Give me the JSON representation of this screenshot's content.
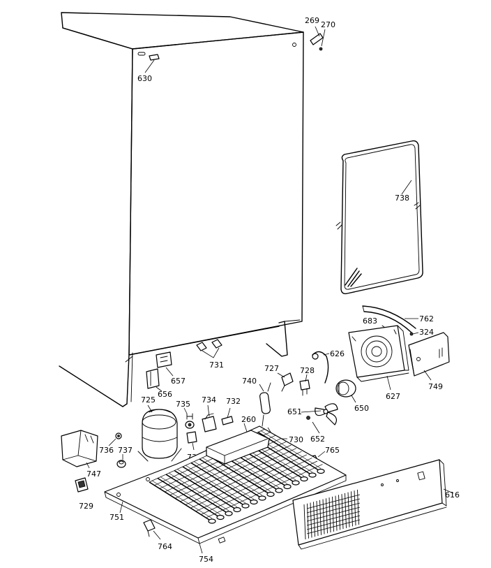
{
  "parts": [
    {
      "id": "p630",
      "label": "630"
    },
    {
      "id": "p269",
      "label": "269"
    },
    {
      "id": "p270",
      "label": "270"
    },
    {
      "id": "p738",
      "label": "738"
    },
    {
      "id": "p762",
      "label": "762"
    },
    {
      "id": "p683",
      "label": "683"
    },
    {
      "id": "p324",
      "label": "324"
    },
    {
      "id": "p626",
      "label": "626"
    },
    {
      "id": "p749",
      "label": "749"
    },
    {
      "id": "p627",
      "label": "627"
    },
    {
      "id": "p650",
      "label": "650"
    },
    {
      "id": "p651",
      "label": "651"
    },
    {
      "id": "p652",
      "label": "652"
    },
    {
      "id": "p765",
      "label": "765"
    },
    {
      "id": "p727",
      "label": "727"
    },
    {
      "id": "p728",
      "label": "728"
    },
    {
      "id": "p740",
      "label": "740"
    },
    {
      "id": "p730",
      "label": "730"
    },
    {
      "id": "p260",
      "label": "260"
    },
    {
      "id": "p731",
      "label": "731"
    },
    {
      "id": "p657",
      "label": "657"
    },
    {
      "id": "p656",
      "label": "656"
    },
    {
      "id": "p725",
      "label": "725"
    },
    {
      "id": "p735",
      "label": "735"
    },
    {
      "id": "p734",
      "label": "734"
    },
    {
      "id": "p732",
      "label": "732"
    },
    {
      "id": "p733",
      "label": "733"
    },
    {
      "id": "p736",
      "label": "736"
    },
    {
      "id": "p737",
      "label": "737"
    },
    {
      "id": "p747",
      "label": "747"
    },
    {
      "id": "p729",
      "label": "729"
    },
    {
      "id": "p751",
      "label": "751"
    },
    {
      "id": "p764",
      "label": "764"
    },
    {
      "id": "p754",
      "label": "754"
    },
    {
      "id": "p616",
      "label": "616"
    }
  ]
}
